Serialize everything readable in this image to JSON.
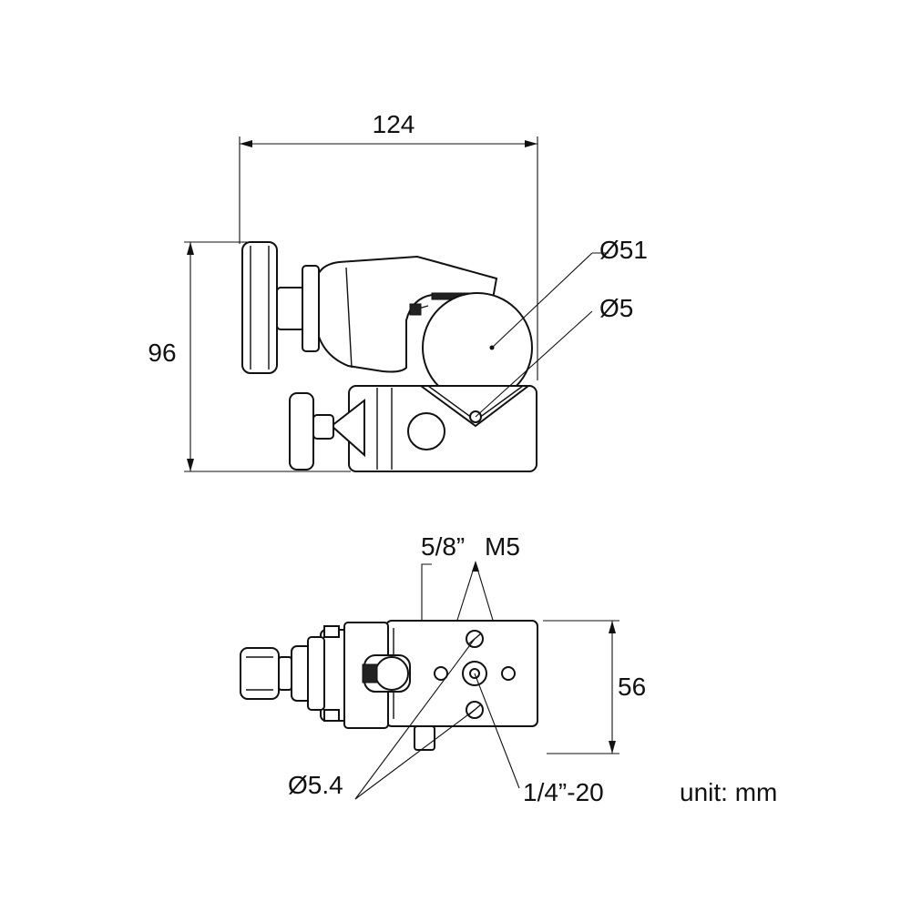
{
  "side_view": {
    "width_dim": "124",
    "height_dim": "96",
    "tube_diameter": "Ø51",
    "hole_diameter": "Ø5"
  },
  "bottom_view": {
    "thread_imperial": "5/8”",
    "thread_metric": "M5",
    "depth_dim": "56",
    "screw_hole_diameter": "Ø5.4",
    "tripod_thread": "1/4”-20"
  },
  "unit_label": "unit: mm"
}
